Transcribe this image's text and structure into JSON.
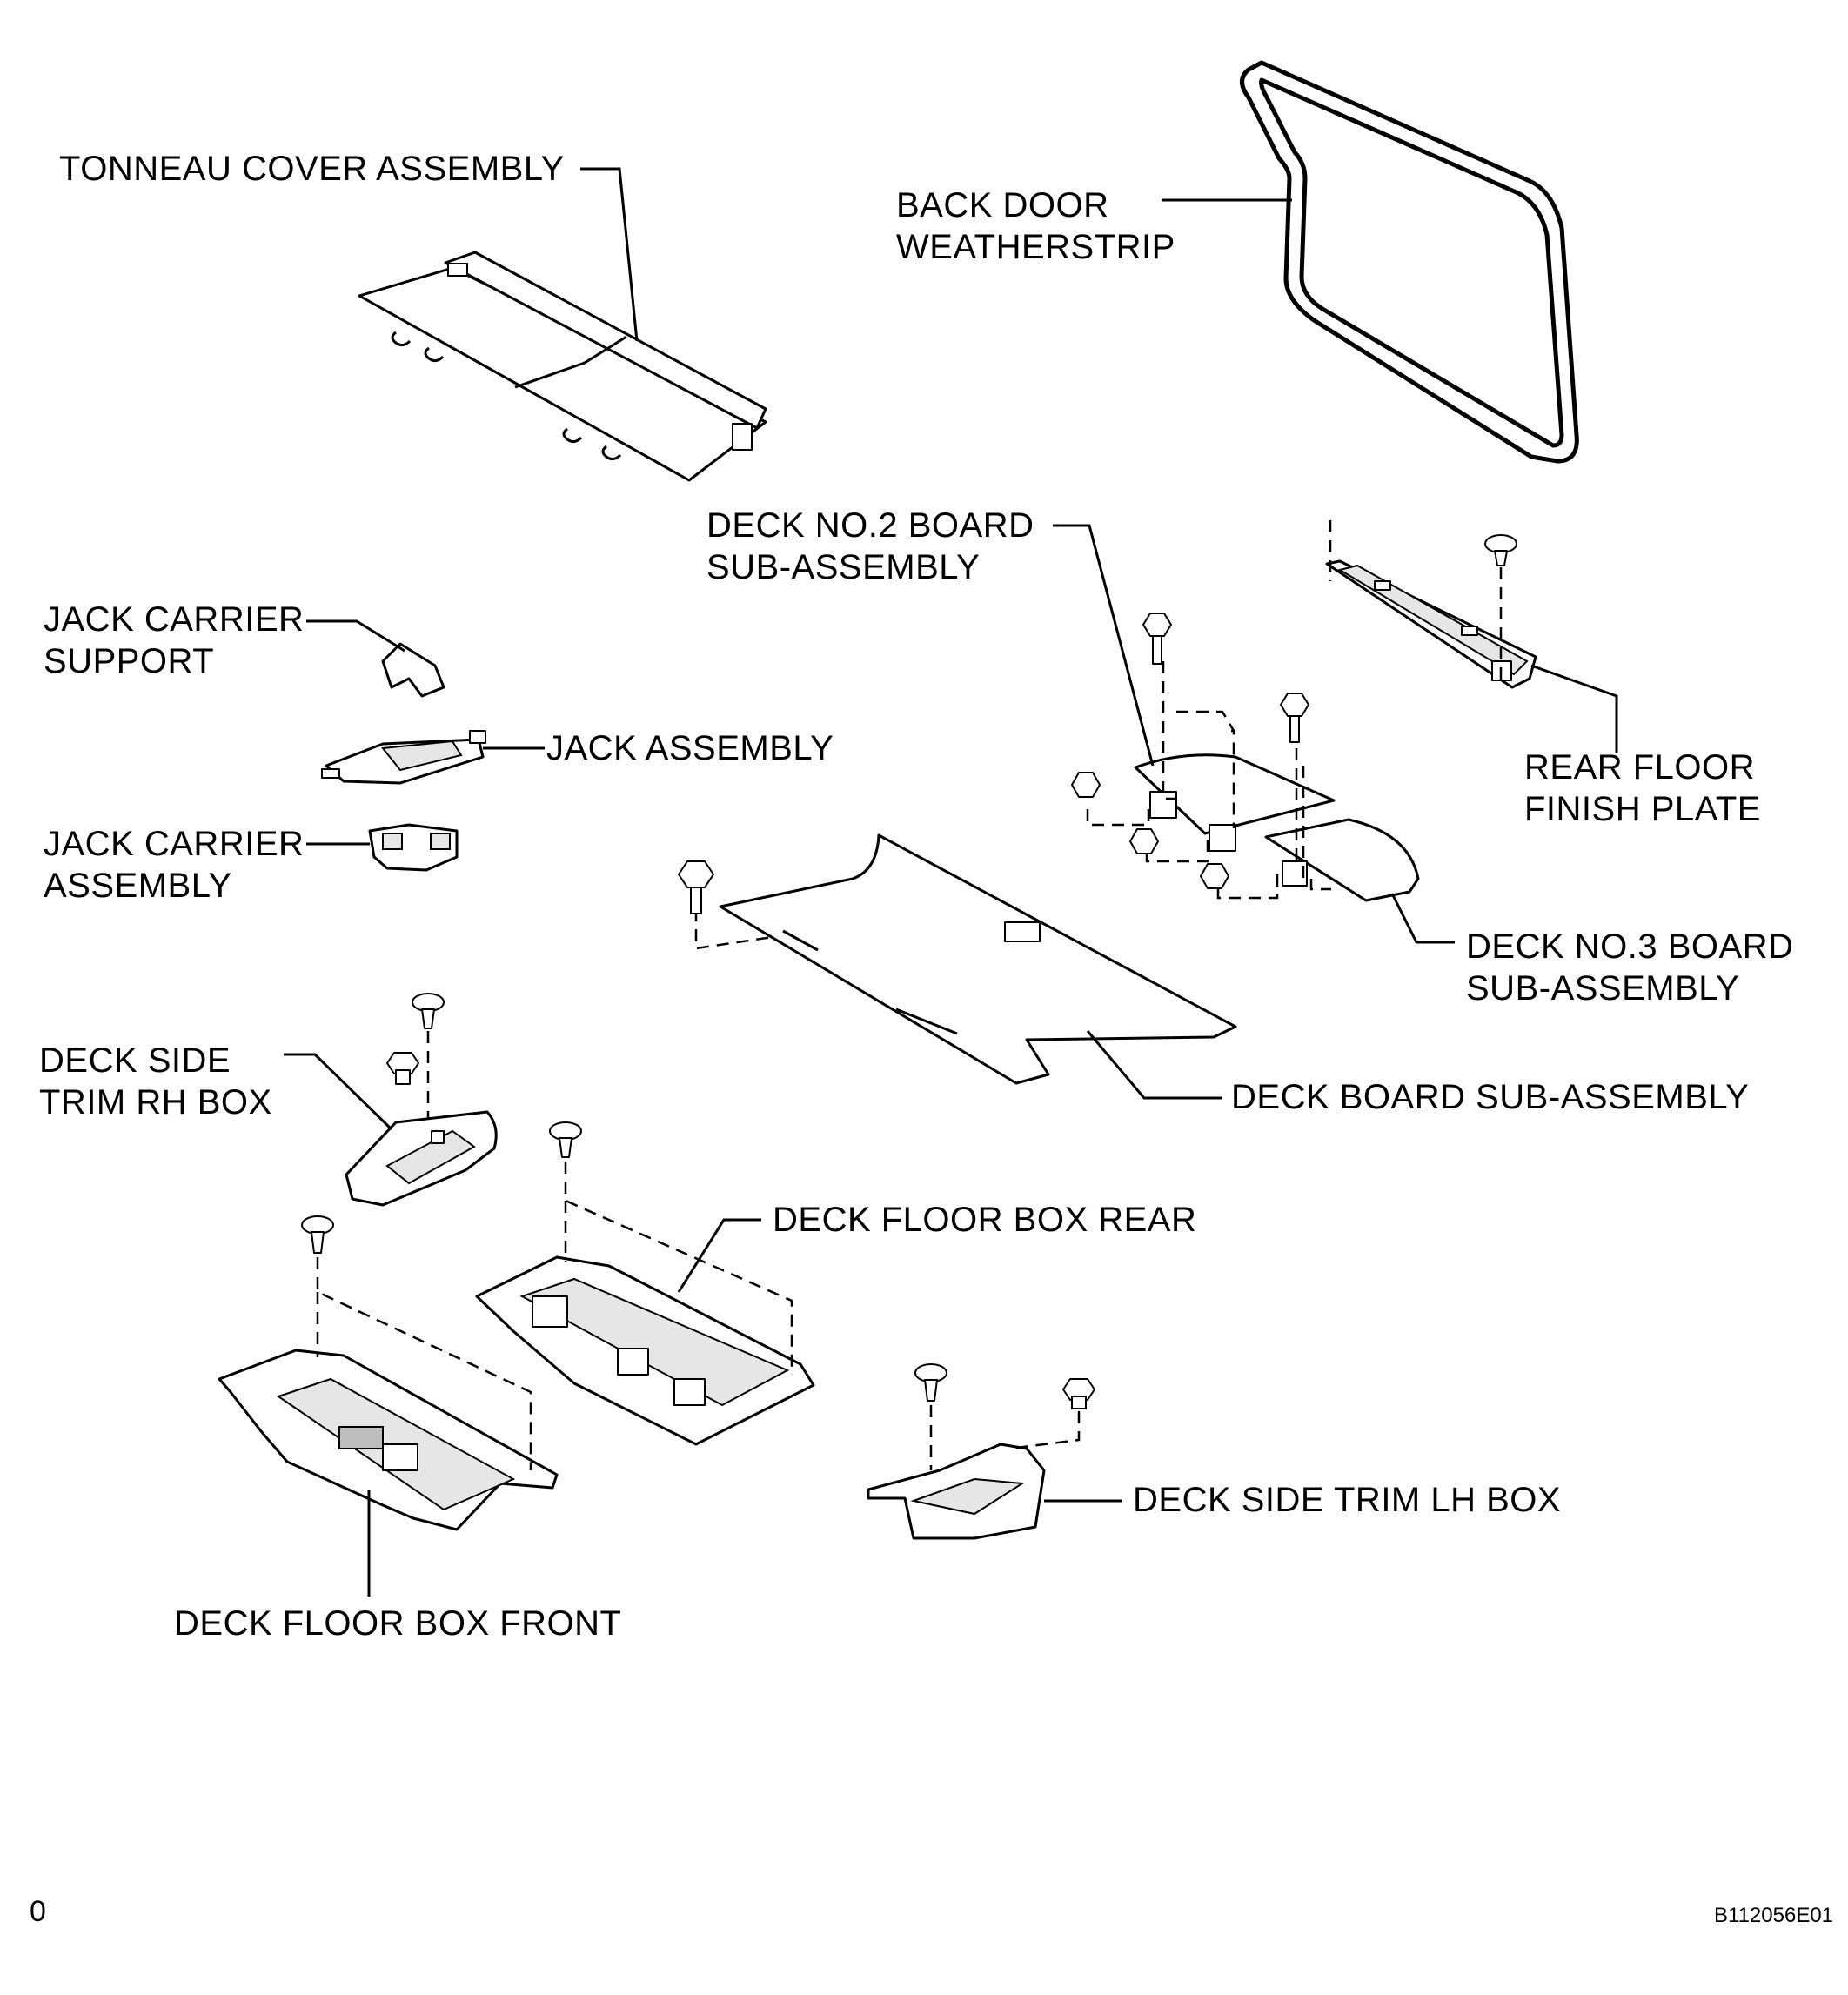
{
  "labels": {
    "tonneau_cover": "TONNEAU COVER ASSEMBLY",
    "back_door_weatherstrip": [
      "BACK DOOR",
      "WEATHERSTRIP"
    ],
    "deck_no2_board": [
      "DECK NO.2 BOARD",
      "SUB-ASSEMBLY"
    ],
    "jack_carrier_support": [
      "JACK CARRIER",
      "SUPPORT"
    ],
    "jack_assembly": "JACK ASSEMBLY",
    "jack_carrier_assembly": [
      "JACK CARRIER",
      "ASSEMBLY"
    ],
    "rear_floor_finish_plate": [
      "REAR FLOOR",
      "FINISH PLATE"
    ],
    "deck_no3_board": [
      "DECK NO.3 BOARD",
      "SUB-ASSEMBLY"
    ],
    "deck_side_trim_rh_box": [
      "DECK SIDE",
      "TRIM RH BOX"
    ],
    "deck_board": "DECK BOARD SUB-ASSEMBLY",
    "deck_floor_box_rear": "DECK FLOOR BOX REAR",
    "deck_side_trim_lh_box": "DECK SIDE TRIM LH BOX",
    "deck_floor_box_front": "DECK FLOOR BOX FRONT"
  },
  "footer": {
    "page_mark": "0",
    "figure_code": "B112056E01"
  },
  "icons": [
    "bolt-icon",
    "nut-icon",
    "clip-icon"
  ]
}
